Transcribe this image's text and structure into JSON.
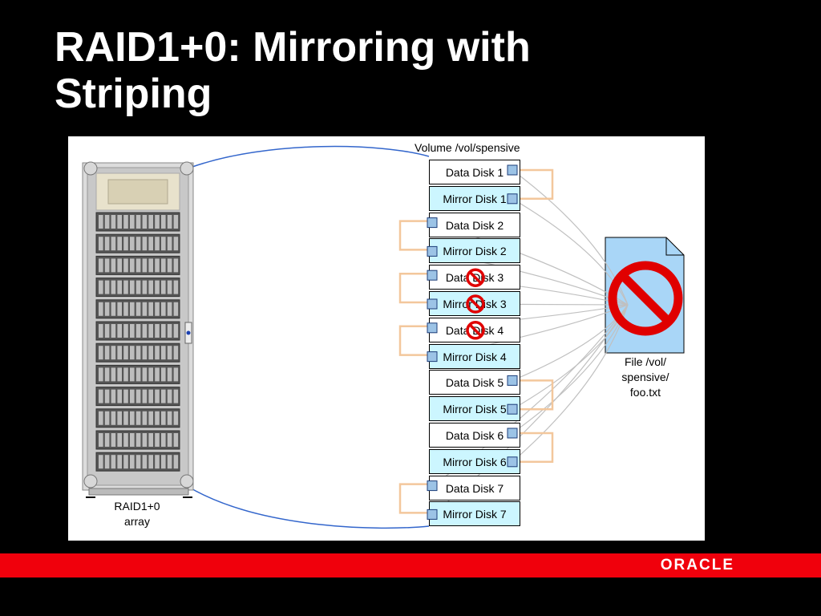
{
  "slide": {
    "title_lines": [
      "RAID1+0: Mirroring with",
      "Striping"
    ]
  },
  "diagram": {
    "volume_label": "Volume /vol/spensive",
    "disks": [
      {
        "label": "Data Disk 1",
        "kind": "data",
        "failed": false
      },
      {
        "label": "Mirror Disk 1",
        "kind": "mirror",
        "failed": false
      },
      {
        "label": "Data Disk 2",
        "kind": "data",
        "failed": false
      },
      {
        "label": "Mirror Disk 2",
        "kind": "mirror",
        "failed": false
      },
      {
        "label": "Data Disk 3",
        "kind": "data",
        "failed": true
      },
      {
        "label": "Mirror Disk 3",
        "kind": "mirror",
        "failed": true
      },
      {
        "label": "Data Disk 4",
        "kind": "data",
        "failed": true
      },
      {
        "label": "Mirror Disk 4",
        "kind": "mirror",
        "failed": false
      },
      {
        "label": "Data Disk 5",
        "kind": "data",
        "failed": false
      },
      {
        "label": "Mirror Disk 5",
        "kind": "mirror",
        "failed": false
      },
      {
        "label": "Data Disk 6",
        "kind": "data",
        "failed": false
      },
      {
        "label": "Mirror Disk 6",
        "kind": "mirror",
        "failed": false
      },
      {
        "label": "Data Disk 7",
        "kind": "data",
        "failed": false
      },
      {
        "label": "Mirror Disk 7",
        "kind": "mirror",
        "failed": false
      }
    ],
    "array_label_lines": [
      "RAID1+0",
      "array"
    ],
    "file_label_lines": [
      "File /vol/",
      "spensive/",
      "foo.txt"
    ],
    "file_status_icon": "prohibited-icon"
  },
  "footer": {
    "brand": "ORACLE"
  },
  "colors": {
    "background": "#000000",
    "footer_bar": "#f0000c",
    "mirror_fill": "#ccf6ff",
    "file_fill": "#a9d6f7",
    "block_fill": "#9cc3e6",
    "pair_connector": "#f3c79c",
    "volume_link": "#3366cc",
    "file_link": "#c0c0c0",
    "prohibited": "#e00000"
  }
}
